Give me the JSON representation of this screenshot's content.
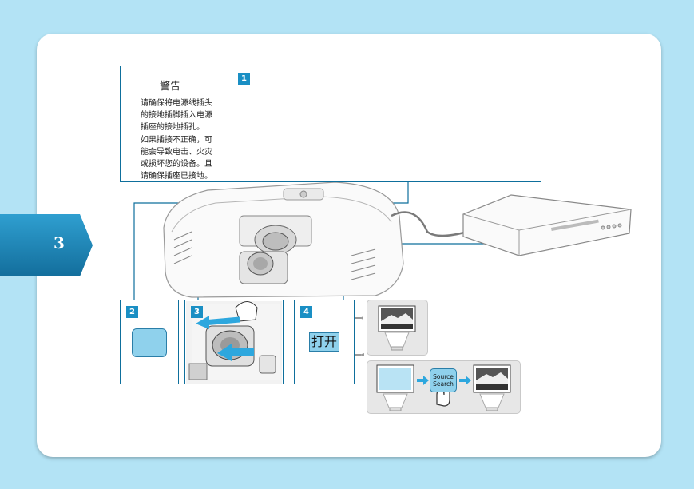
{
  "page": {
    "step_number": "3"
  },
  "step1": {
    "number": "1"
  },
  "warning": {
    "title": "警告",
    "lines": [
      "请确保将电源线插头",
      "的接地插脚插入电源",
      "插座的接地插孔。",
      "如果插接不正确，可",
      "能会导致电击、火灾",
      "或损坏您的设备。且",
      "请确保插座已接地。"
    ]
  },
  "step2": {
    "number": "2"
  },
  "step3": {
    "number": "3"
  },
  "step4": {
    "number": "4",
    "label": "打开"
  },
  "source_button": {
    "line1": "Source",
    "line2": "Search"
  },
  "icons": [
    "warning-icon",
    "power-icon",
    "hand-icon",
    "arrow-icon",
    "wall-outlet-icon",
    "projector-icon",
    "video-player-icon",
    "screen-icon"
  ],
  "colors": {
    "background": "#b3e3f5",
    "tab": "#1b86b8",
    "frame": "#0e6f9c",
    "button": "#8fd1ec",
    "accent_arrow": "#2da7de"
  }
}
